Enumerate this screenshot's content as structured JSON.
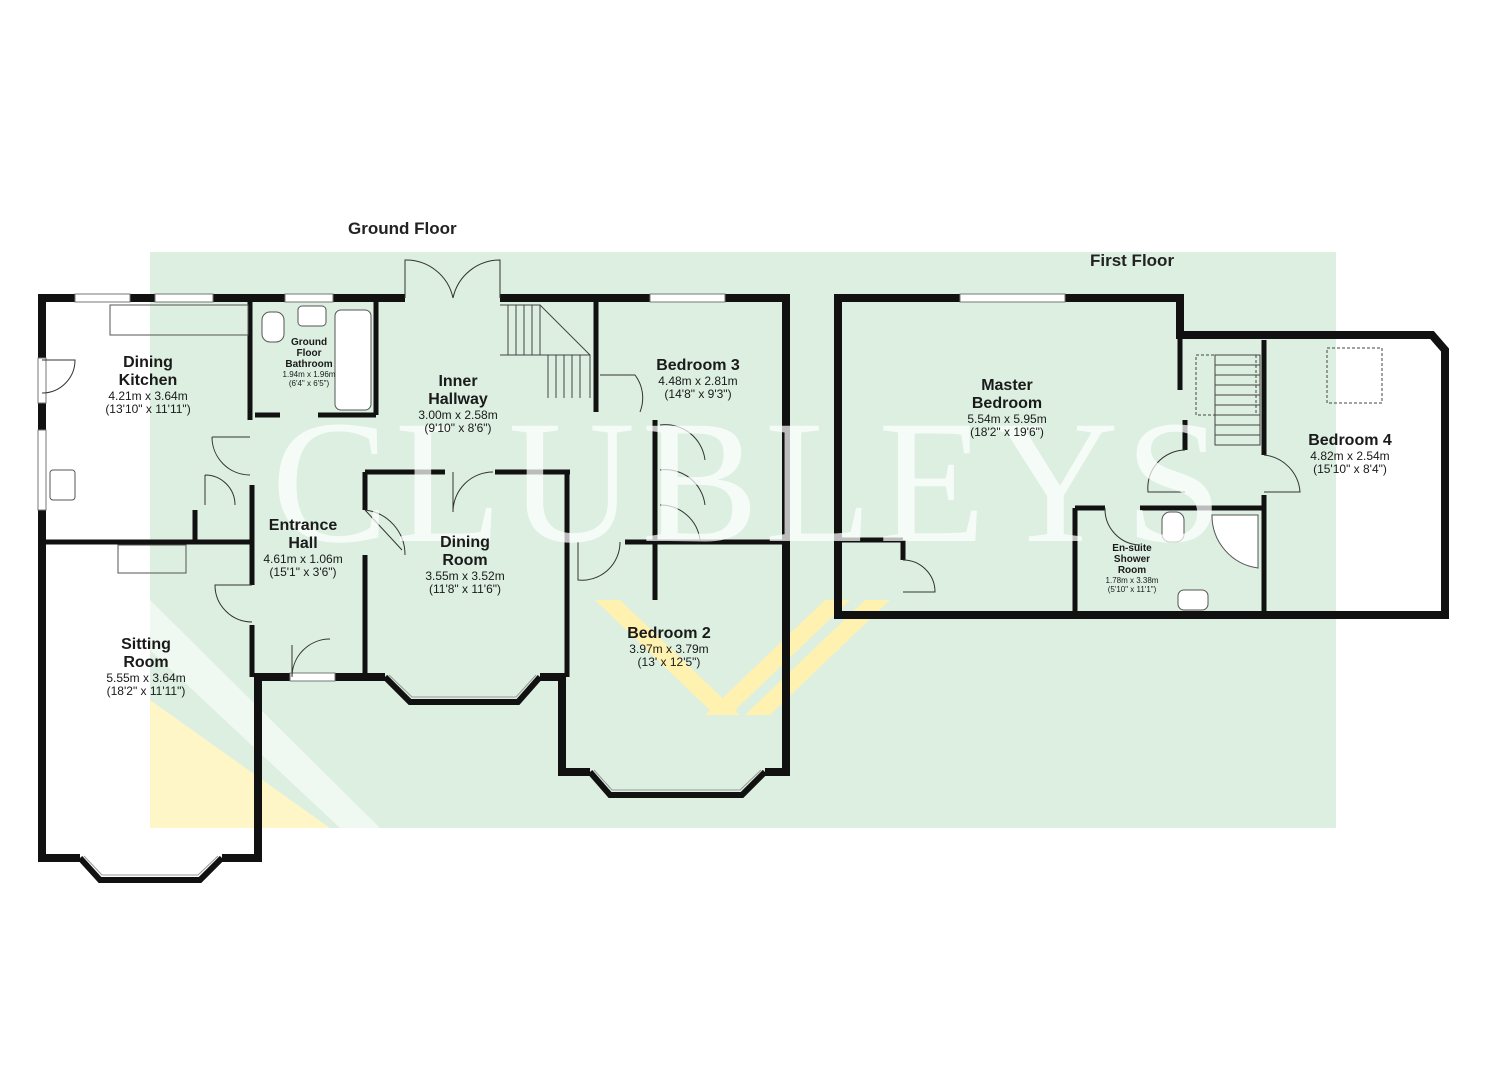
{
  "floors": {
    "ground": "Ground Floor",
    "first": "First Floor"
  },
  "watermark": "CLUBLEYS",
  "colors": {
    "background_tint": "#dcefe1",
    "wall": "#111111",
    "logo_yellow": "#fff6c8"
  },
  "rooms": {
    "dining_kitchen": {
      "name": "Dining\nKitchen",
      "metric": "4.21m x 3.64m",
      "imperial": "(13'10\" x 11'11\")"
    },
    "ground_floor_bathroom": {
      "name": "Ground\nFloor\nBathroom",
      "metric": "1.94m x 1.96m",
      "imperial": "(6'4\" x 6'5\")"
    },
    "inner_hallway": {
      "name": "Inner\nHallway",
      "metric": "3.00m x 2.58m",
      "imperial": "(9'10\" x 8'6\")"
    },
    "bedroom_3": {
      "name": "Bedroom 3",
      "metric": "4.48m x 2.81m",
      "imperial": "(14'8\" x 9'3\")"
    },
    "entrance_hall": {
      "name": "Entrance\nHall",
      "metric": "4.61m x 1.06m",
      "imperial": "(15'1\" x 3'6\")"
    },
    "dining_room": {
      "name": "Dining\nRoom",
      "metric": "3.55m x 3.52m",
      "imperial": "(11'8\" x 11'6\")"
    },
    "sitting_room": {
      "name": "Sitting\nRoom",
      "metric": "5.55m x 3.64m",
      "imperial": "(18'2\" x 11'11\")"
    },
    "bedroom_2": {
      "name": "Bedroom 2",
      "metric": "3.97m x 3.79m",
      "imperial": "(13' x 12'5\")"
    },
    "master_bedroom": {
      "name": "Master\nBedroom",
      "metric": "5.54m x 5.95m",
      "imperial": "(18'2\" x 19'6\")"
    },
    "bedroom_4": {
      "name": "Bedroom 4",
      "metric": "4.82m x 2.54m",
      "imperial": "(15'10\" x 8'4\")"
    },
    "ensuite": {
      "name": "En-suite\nShower\nRoom",
      "metric": "1.78m x 3.38m",
      "imperial": "(5'10\" x 11'1\")"
    }
  }
}
